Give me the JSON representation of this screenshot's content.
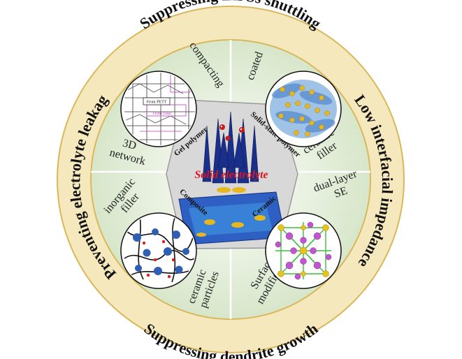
{
  "ring_labels": {
    "top": "Suppressing LiPSs shuttling",
    "right": "Low interfacial impedance",
    "bottom": "Suppressing dendrite growth",
    "left": "Preventing electrolyte leakage"
  },
  "sectors": {
    "compacting": "compacting",
    "coated": "coated",
    "ceramic_filler": [
      "ceramic",
      "filler"
    ],
    "dual_layer_se": [
      "dual-layer",
      "SE"
    ],
    "surface_modification": [
      "Surface",
      "modification"
    ],
    "ceramic_particles": [
      "ceramic",
      "particles"
    ],
    "inorganic_filler": [
      "inorganic",
      "filler"
    ],
    "network_3d": [
      "3D",
      "network"
    ]
  },
  "quadrants": {
    "gel_polymer": "Gel polymer",
    "solid_state_polymer": "Solid-state polymer",
    "composite": "Composite",
    "ceramic": "Ceramic"
  },
  "center_label": "Solid electrolyte",
  "inset_labels": {
    "from_pett": "From PETT",
    "from_ester": "From Ester"
  },
  "colors": {
    "outer_ring": "#f6e8bd",
    "inner_disk": "#dfe9d3",
    "center_box": "#d8d8d8",
    "center_text": "#e0141e",
    "navy": "#1a2f8a",
    "gold": "#e6b71f",
    "magenta": "#c33cc3"
  }
}
